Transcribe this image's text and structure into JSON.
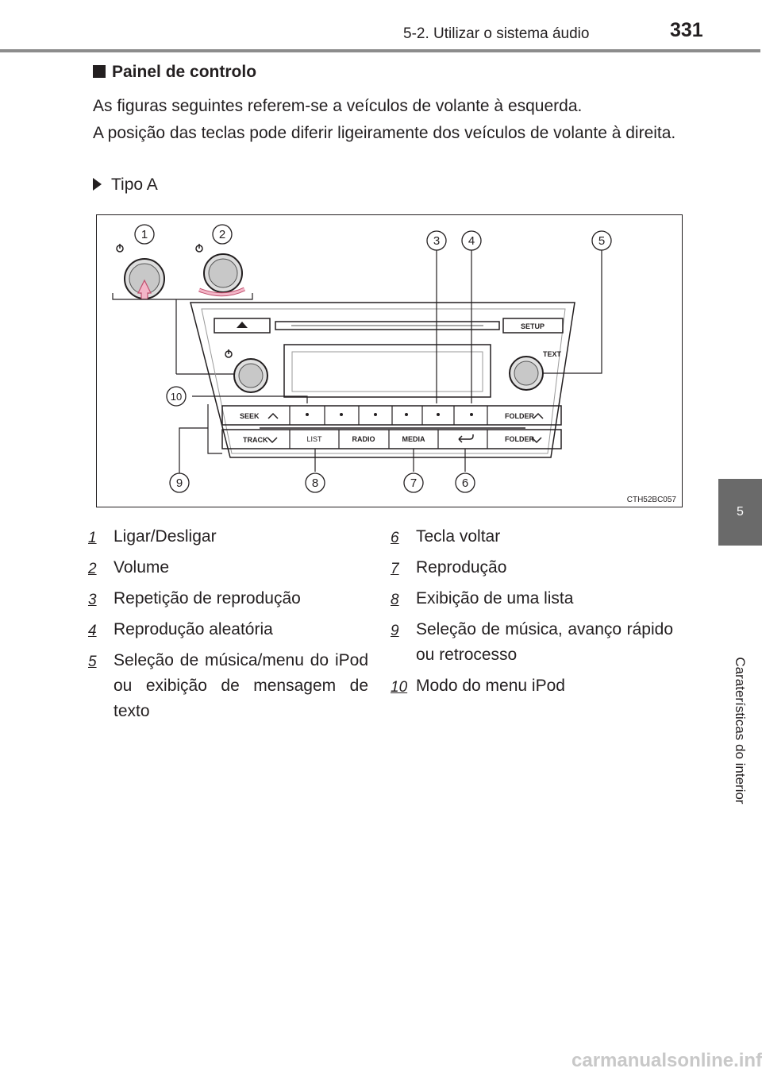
{
  "header": {
    "section": "5-2. Utilizar o sistema áudio",
    "page": "331"
  },
  "side_tab": {
    "chapter": "5",
    "label": "Caraterísticas do interior"
  },
  "heading": "Painel de controlo",
  "paragraph": [
    "As figuras seguintes referem-se a veículos de volante à esquerda.",
    "A posição das teclas pode diferir ligeiramente dos veículos de volante à direita."
  ],
  "type_label": "Tipo A",
  "figure": {
    "code": "CTH52BC057",
    "buttons": {
      "setup": "SETUP",
      "text": "TEXT",
      "seek": "SEEK",
      "track": "TRACK",
      "folder_up": "FOLDER",
      "folder_down": "FOLDER",
      "list": "LIST",
      "radio": "RADIO",
      "media": "MEDIA"
    },
    "callouts": [
      "1",
      "2",
      "3",
      "4",
      "5",
      "6",
      "7",
      "8",
      "9",
      "10"
    ]
  },
  "legend_left": [
    {
      "num": "1",
      "text": "Ligar/Desligar"
    },
    {
      "num": "2",
      "text": "Volume"
    },
    {
      "num": "3",
      "text": "Repetição de reprodução"
    },
    {
      "num": "4",
      "text": "Reprodução aleatória"
    },
    {
      "num": "5",
      "text": "Seleção de música/menu do iPod ou exibição de mensagem de texto"
    }
  ],
  "legend_right": [
    {
      "num": "6",
      "text": "Tecla voltar"
    },
    {
      "num": "7",
      "text": "Reprodução"
    },
    {
      "num": "8",
      "text": "Exibição de uma lista"
    },
    {
      "num": "9",
      "text": "Seleção de música, avanço rápido ou retrocesso"
    },
    {
      "num": "10",
      "text": "Modo do menu iPod"
    }
  ],
  "watermark": "carmanualsonline.info"
}
